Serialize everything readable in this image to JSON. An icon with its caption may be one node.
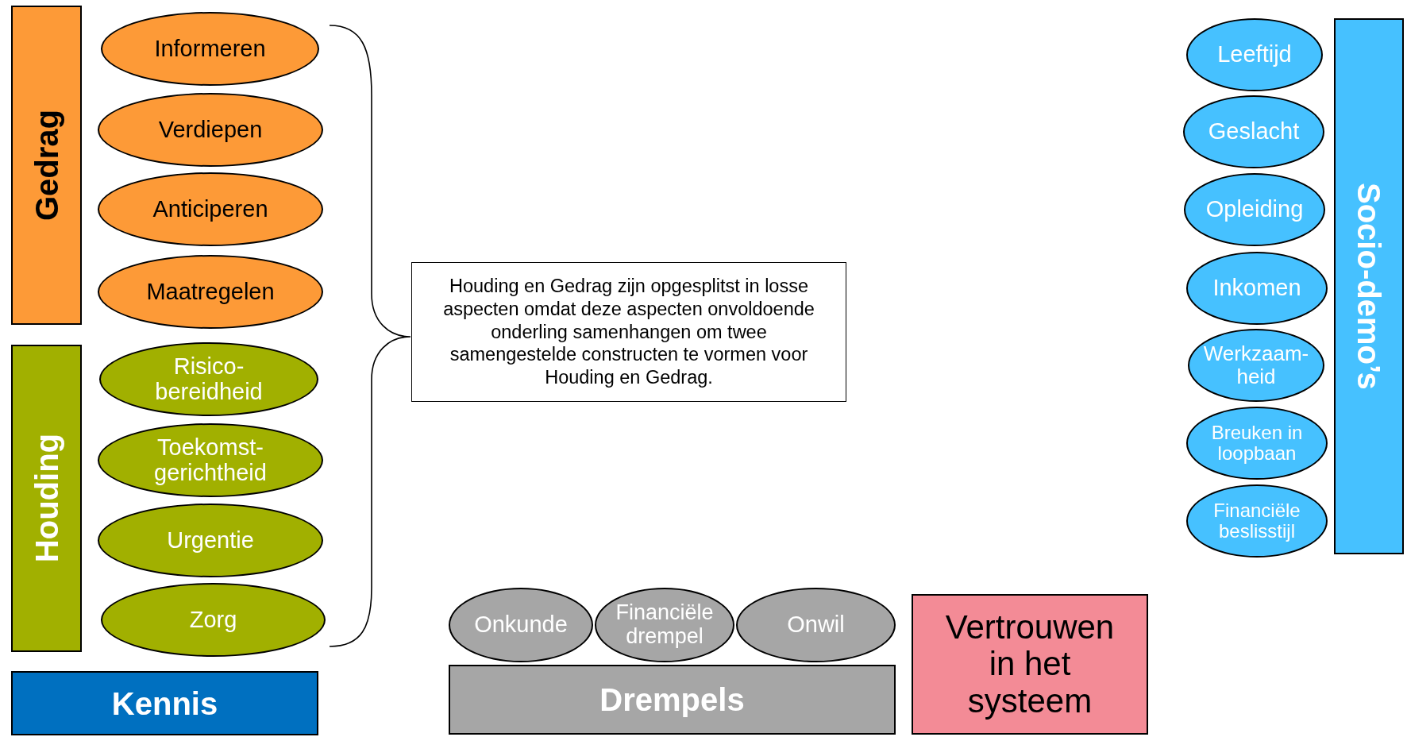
{
  "diagram": {
    "nodes": [
      {
        "text": [
          "Gedrag"
        ]
      },
      {
        "text": [
          "Informeren"
        ]
      },
      {
        "text": [
          "Verdiepen"
        ]
      },
      {
        "text": [
          "Anticiperen"
        ]
      },
      {
        "text": [
          "Maatregelen"
        ]
      },
      {
        "text": [
          "Houding"
        ]
      },
      {
        "text": [
          "Risico- bereidheid"
        ]
      },
      {
        "text": [
          "Toekomst- gerichtheid"
        ]
      },
      {
        "text": [
          "Urgentie"
        ]
      },
      {
        "text": [
          "Zorg"
        ]
      },
      {
        "text": [
          "Kennis"
        ]
      },
      {
        "text": [
          "Houding en Gedrag zijn opgesplitst in losse aspecten omdat deze aspecten onvoldoende onderling samenhangen om twee samengestelde constructen te vormen voor Houding en Gedrag."
        ]
      },
      {
        "text": [
          "Onkunde"
        ]
      },
      {
        "text": [
          "Financiële drempel"
        ]
      },
      {
        "text": [
          "Onwil"
        ]
      },
      {
        "text": [
          "Drempels"
        ]
      },
      {
        "text": [
          "Vertrouwen in het systeem"
        ]
      },
      {
        "text": [
          "Leeftijd"
        ]
      },
      {
        "text": [
          "Geslacht"
        ]
      },
      {
        "text": [
          "Opleiding"
        ]
      },
      {
        "text": [
          "Inkomen"
        ]
      },
      {
        "text": [
          "Werkzaam- heid"
        ]
      },
      {
        "text": [
          "Breuken in loopbaan"
        ]
      },
      {
        "text": [
          "Financiële beslisstijl"
        ]
      },
      {
        "text": [
          "Socio-demo’s"
        ]
      }
    ]
  }
}
